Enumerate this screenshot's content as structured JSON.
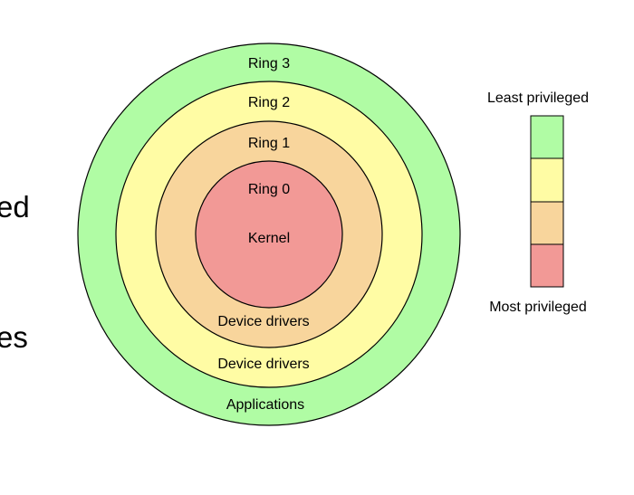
{
  "rings": [
    {
      "id": "ring-3",
      "label": "Ring 3",
      "bottom_label": "Applications",
      "color": "#b0fca4"
    },
    {
      "id": "ring-2",
      "label": "Ring 2",
      "bottom_label": "Device drivers",
      "color": "#fffca4"
    },
    {
      "id": "ring-1",
      "label": "Ring 1",
      "bottom_label": "Device drivers",
      "color": "#f8d59c"
    },
    {
      "id": "ring-0",
      "label": "Ring 0",
      "center_label": "Kernel",
      "color": "#f29996"
    }
  ],
  "legend": {
    "top_label": "Least privileged",
    "bottom_label": "Most privileged",
    "colors": [
      "#b0fca4",
      "#fffca4",
      "#f8d59c",
      "#f29996"
    ]
  },
  "side_fragments": {
    "upper": "ed",
    "lower": "es"
  },
  "stroke_color": "#000000"
}
